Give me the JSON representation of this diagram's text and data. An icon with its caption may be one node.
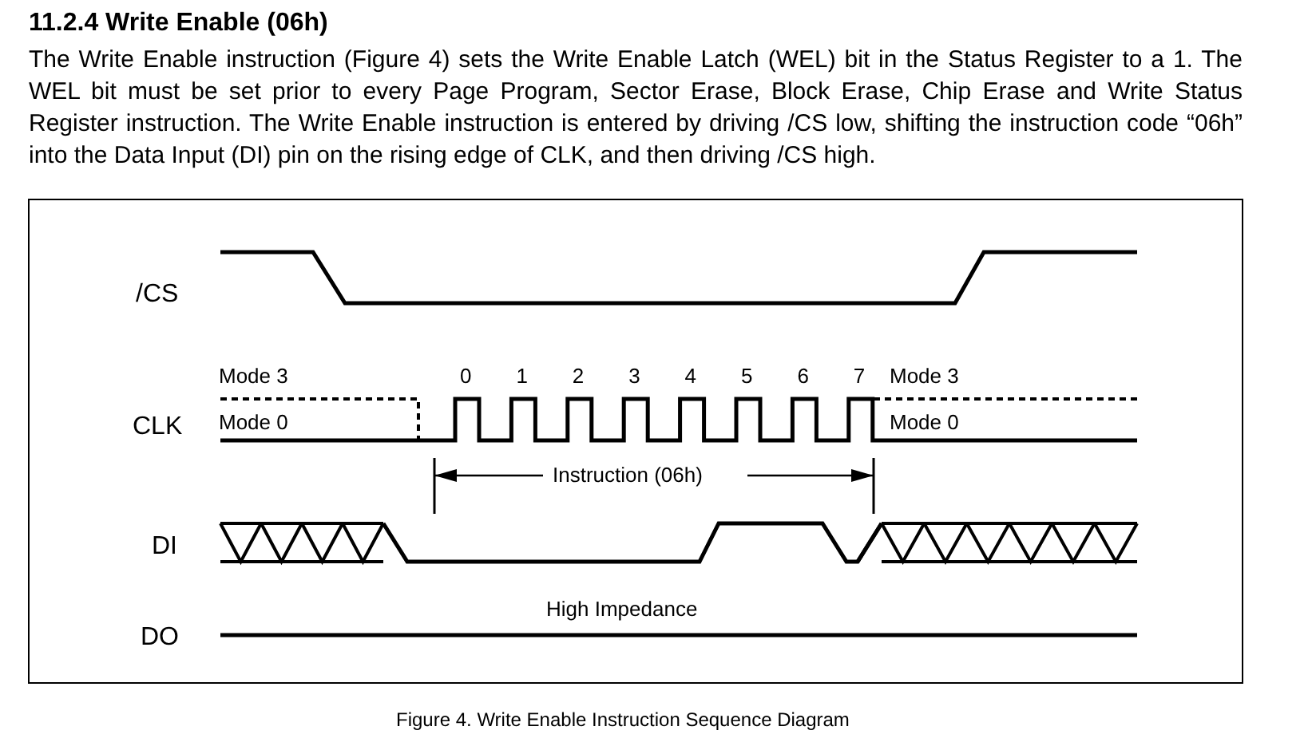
{
  "diagram": {
    "title": "11.2.4 Write Enable (06h)",
    "caption": "Figure 4. Write Enable Instruction Sequence Diagram",
    "labels": [
      "The Write Enable instruction (Figure 4) sets the Write Enable Latch (WEL) bit in the Status Register to a 1. The WEL bit must be set prior to every Page Program, Sector Erase, Block Erase, Chip Erase and Write Status Register instruction. The Write Enable instruction is entered by driving /CS low, shifting the instruction code “06h” into the Data Input (DI) pin on the rising edge of CLK, and then driving /CS high.",
      "/CS",
      "Mode 3",
      "0",
      "1",
      "2",
      "3",
      "4",
      "5",
      "6",
      "7",
      "Mode 3",
      "CLK",
      "Mode 0",
      "Mode 0",
      "Instruction (06h)",
      "DI",
      "High Impedance",
      "DO"
    ]
  }
}
